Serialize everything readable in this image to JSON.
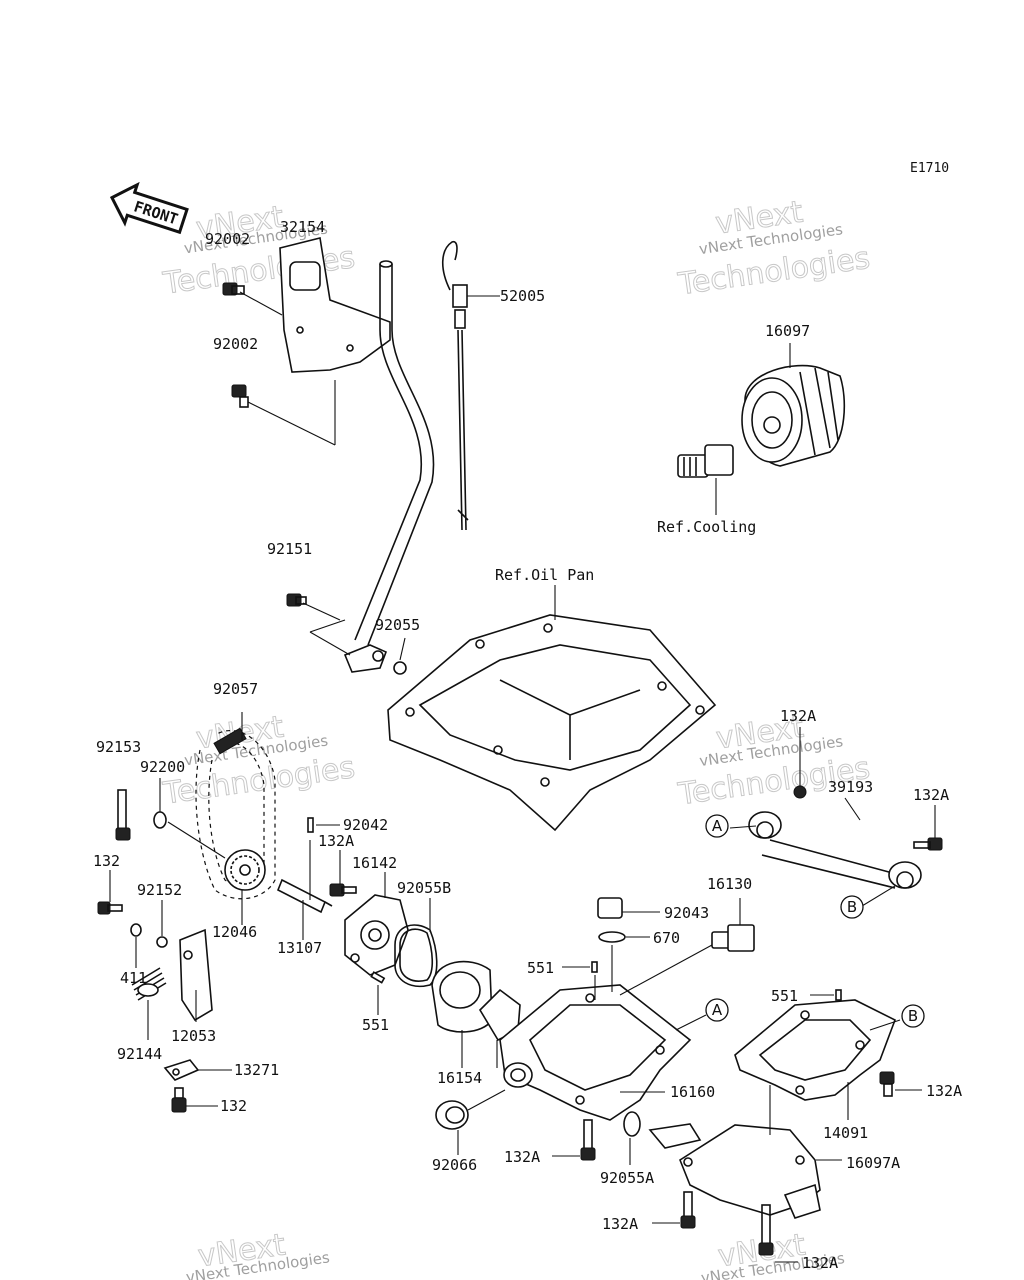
{
  "diagram_code": "E1710",
  "front_arrow": "FRONT",
  "watermark": {
    "line1": "vNext Technologies",
    "line2": "vNext",
    "line3": "Technologies"
  },
  "references": {
    "oil_pan": "Ref.Oil Pan",
    "cooling": "Ref.Cooling"
  },
  "callouts": {
    "a": "A",
    "b": "B"
  },
  "parts": {
    "p32154": "32154",
    "p92002_top": "92002",
    "p92002_mid": "92002",
    "p52005": "52005",
    "p16097": "16097",
    "p92151": "92151",
    "p92055": "92055",
    "p92057": "92057",
    "p92153": "92153",
    "p92200": "92200",
    "p132A_pipe": "132A",
    "p39193": "39193",
    "p132A_pipe_r": "132A",
    "p92042": "92042",
    "p132A_pump": "132A",
    "p16142": "16142",
    "p132_left": "132",
    "p92152": "92152",
    "p12046": "12046",
    "p13107": "13107",
    "p92055B": "92055B",
    "p16130": "16130",
    "p92043": "92043",
    "p670": "670",
    "p411": "411",
    "p551_mid": "551",
    "p551_pump": "551",
    "p551_right": "551",
    "p12053": "12053",
    "p92144": "92144",
    "p13271": "13271",
    "p132_bottom": "132",
    "p16154": "16154",
    "p16160": "16160",
    "p132A_right": "132A",
    "p14091": "14091",
    "p92066": "92066",
    "p132A_bottom": "132A",
    "p92055A": "92055A",
    "p16097A": "16097A",
    "p132A_lowleft": "132A",
    "p132A_lowright": "132A"
  }
}
